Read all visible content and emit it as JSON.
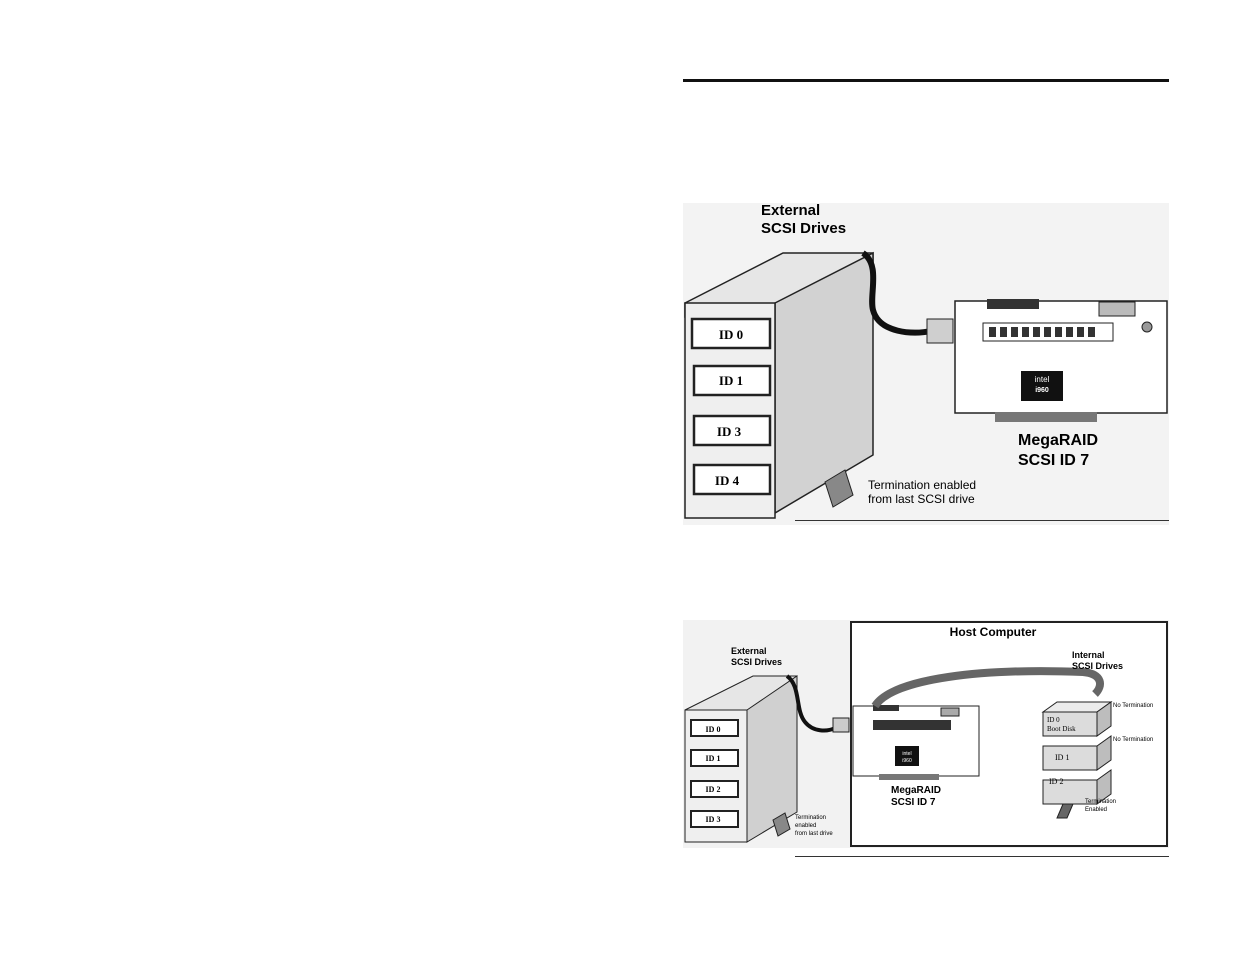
{
  "figure1": {
    "external_title_line1": "External",
    "external_title_line2": "SCSI Drives",
    "drive_ids": [
      "ID 0",
      "ID 1",
      "ID 3",
      "ID 4"
    ],
    "chip_brand": "intel",
    "chip_model": "i960",
    "controller_line1": "MegaRAID",
    "controller_line2": "SCSI ID 7",
    "termination_line1": "Termination enabled",
    "termination_line2": "from last SCSI drive"
  },
  "figure2": {
    "host_title": "Host Computer",
    "external_title_line1": "External",
    "external_title_line2": "SCSI Drives",
    "external_drive_ids": [
      "ID 0",
      "ID 1",
      "ID 2",
      "ID 3"
    ],
    "internal_title_line1": "Internal",
    "internal_title_line2": "SCSI Drives",
    "internal_drives": [
      {
        "line1": "ID 0",
        "line2": "Boot Disk",
        "note": "No Termination"
      },
      {
        "line1": "ID 1",
        "line2": "",
        "note": "No Termination"
      },
      {
        "line1": "ID 2",
        "line2": "",
        "note": ""
      }
    ],
    "internal_termination_line1": "Termination",
    "internal_termination_line2": "Enabled",
    "chip_brand": "intel",
    "chip_model": "i960",
    "controller_line1": "MegaRAID",
    "controller_line2": "SCSI ID 7",
    "ext_termination_line1": "Termination",
    "ext_termination_line2": "enabled",
    "ext_termination_line3": "from last drive"
  }
}
